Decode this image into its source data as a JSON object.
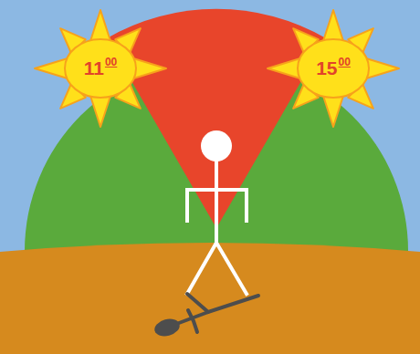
{
  "diagram": {
    "nodes": [
      {
        "text": [
          "11",
          "00"
        ]
      },
      {
        "text": [
          "15",
          "00"
        ]
      }
    ]
  }
}
